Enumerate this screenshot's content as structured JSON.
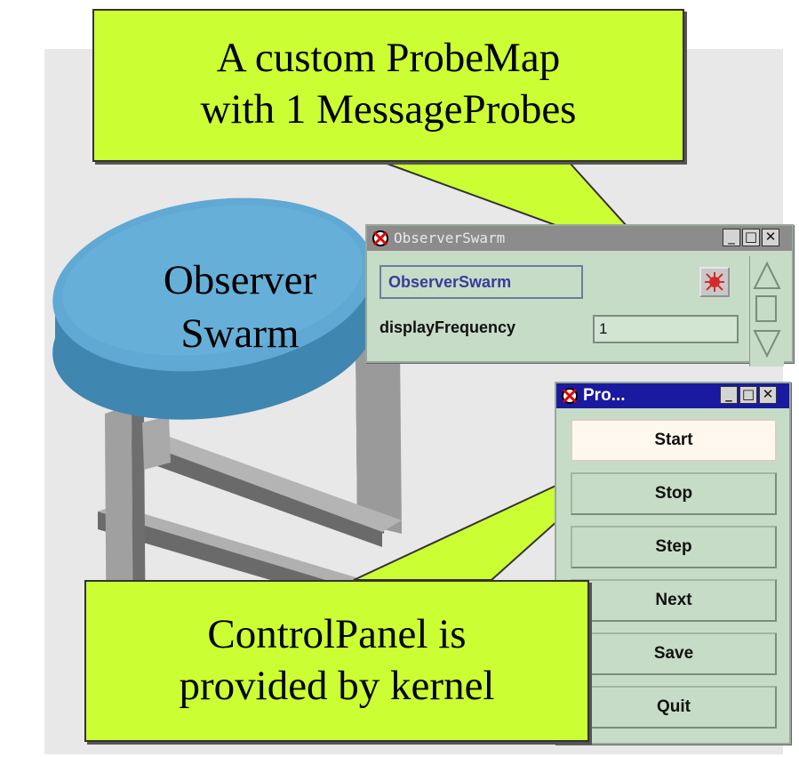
{
  "callouts": {
    "top": "A custom ProbeMap\nwith 1 MessageProbes",
    "bottom": "ControlPanel is\nprovided by kernel"
  },
  "diagram": {
    "disk_label": "Observer\nSwarm"
  },
  "probe_window": {
    "title": "ObserverSwarm",
    "object_label": "ObserverSwarm",
    "field_label": "displayFrequency",
    "field_value": "1",
    "buttons": {
      "minimize": "_",
      "maximize": "□",
      "close": "✕"
    },
    "icons": {
      "window_icon": "swarm-bug-icon",
      "bug_button_icon": "bug-icon"
    }
  },
  "control_panel": {
    "title": "Pro...",
    "buttons": [
      "Start",
      "Stop",
      "Step",
      "Next",
      "Save",
      "Quit"
    ],
    "pressed_button": "Start",
    "win_buttons": {
      "minimize": "_",
      "maximize": "□",
      "close": "✕"
    }
  },
  "colors": {
    "callout_fill": "#ccff33",
    "panel_green": "#c6dcc6",
    "active_title": "#1a1aa0",
    "inactive_title": "#8c8c8c",
    "disk_blue": "#5fa9d4",
    "background_panel": "#e8e8e8"
  }
}
